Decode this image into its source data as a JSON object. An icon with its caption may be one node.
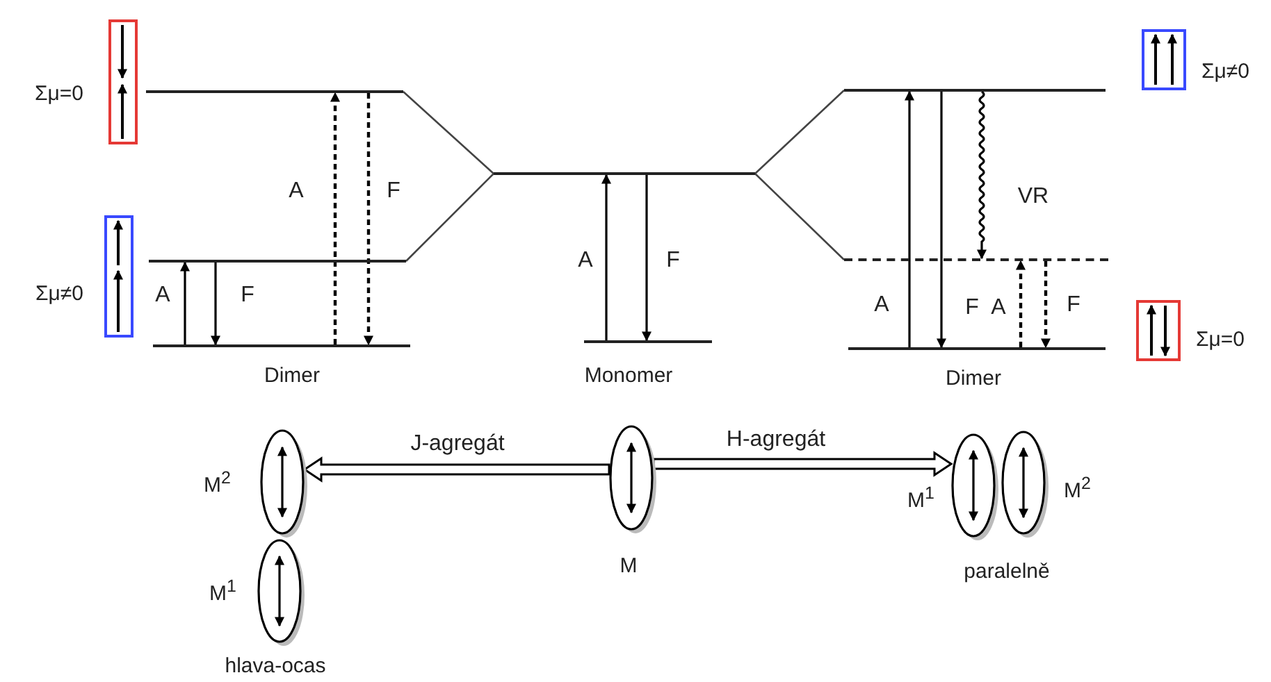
{
  "diagram": {
    "nodes": [
      {
        "text": [],
        "shape": "box",
        "beside": [
          "Σμ=0"
        ]
      },
      {
        "text": [],
        "shape": "bar"
      },
      {
        "text": [],
        "shape": "box",
        "beside": [
          "Σμ≠0"
        ]
      },
      {
        "text": [],
        "shape": "box",
        "beside": [
          "Σμ≠0"
        ]
      },
      {
        "text": [],
        "shape": "bar"
      },
      {
        "text": [],
        "shape": "bar"
      },
      {
        "text": [],
        "shape": "bar"
      },
      {
        "text": [],
        "shape": "bar"
      },
      {
        "text": [],
        "shape": "bar",
        "beside": [
          "Dimer"
        ]
      },
      {
        "text": [],
        "shape": "bar",
        "beside": [
          "Monomer"
        ]
      },
      {
        "text": [],
        "shape": "bar",
        "beside": [
          "Dimer"
        ]
      },
      {
        "text": [],
        "shape": "box",
        "beside": [
          "Σμ=0"
        ]
      },
      {
        "text": [],
        "shape": "ellipse",
        "beside": [
          "M$^{2}$"
        ]
      },
      {
        "text": [],
        "shape": "ellipse",
        "beside": [
          "M"
        ]
      },
      {
        "text": [],
        "shape": "ellipse",
        "beside": [
          "M$^{1}$"
        ]
      },
      {
        "text": [],
        "shape": "ellipse",
        "beside": [
          "M$^{2}$"
        ]
      },
      {
        "text": [],
        "shape": "ellipse",
        "beside": [
          "M$^{1}$"
        ]
      }
    ],
    "edges": [
      {
        "from": 1,
        "to": 4,
        "arrow": "none"
      },
      {
        "from": 7,
        "to": 4,
        "arrow": "none"
      },
      {
        "from": 4,
        "to": 5,
        "arrow": "none"
      },
      {
        "from": 4,
        "to": 6,
        "arrow": "none"
      },
      {
        "from": 8,
        "to": 7,
        "arrow": "to",
        "label": "A"
      },
      {
        "from": 7,
        "to": 8,
        "arrow": "to",
        "label": "F"
      },
      {
        "from": 8,
        "to": 1,
        "arrow": "to",
        "label": "A",
        "style": "dashed"
      },
      {
        "from": 1,
        "to": 8,
        "arrow": "to",
        "label": "F",
        "style": "dashed"
      },
      {
        "from": 9,
        "to": 4,
        "arrow": "to",
        "label": "A"
      },
      {
        "from": 4,
        "to": 9,
        "arrow": "to",
        "label": "F"
      },
      {
        "from": 10,
        "to": 5,
        "arrow": "to",
        "label": "A"
      },
      {
        "from": 5,
        "to": 10,
        "arrow": "to",
        "label": "F"
      },
      {
        "from": 5,
        "to": 6,
        "arrow": "to",
        "label": "VR"
      },
      {
        "from": 10,
        "to": 6,
        "arrow": "to",
        "label": "A",
        "style": "dashed"
      },
      {
        "from": 6,
        "to": 10,
        "arrow": "to",
        "label": "F",
        "style": "dashed"
      },
      {
        "from": 13,
        "to": 12,
        "arrow": "to",
        "label": "J-agregát"
      },
      {
        "from": 13,
        "to": 14,
        "arrow": "to",
        "label": "H-agregát"
      }
    ],
    "labels": [
      "hlava-ocas",
      "paralelně"
    ]
  }
}
